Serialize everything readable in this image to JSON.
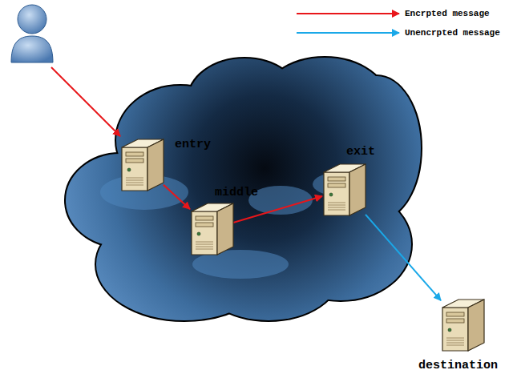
{
  "diagram": {
    "nodes": [
      {
        "text": [
          "entry"
        ]
      },
      {
        "text": [
          "middle"
        ]
      },
      {
        "text": [
          "exit"
        ]
      },
      {
        "text": [
          "destination"
        ]
      }
    ],
    "edges": [
      {
        "from": 0,
        "to": 1,
        "arrow": "to"
      },
      {
        "from": 1,
        "to": 2,
        "arrow": "to"
      },
      {
        "from": 2,
        "to": 3,
        "arrow": "to"
      }
    ],
    "legend": [
      {
        "text": "Encrpted message"
      },
      {
        "text": "Unencrpted message"
      }
    ]
  }
}
